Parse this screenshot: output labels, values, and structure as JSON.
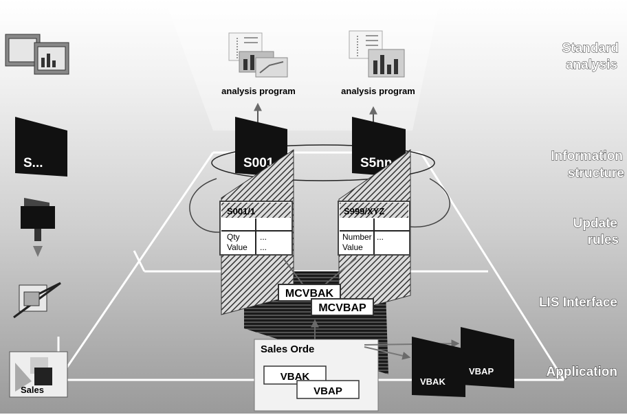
{
  "layers": {
    "standard_line1": "Standard",
    "standard_line2": "analysis",
    "info_line1": "Information",
    "info_line2": "structure",
    "update_line1": "Update",
    "update_line2": "rules",
    "lis": "LIS Interface",
    "application": "Application"
  },
  "analysis": {
    "left_label": "analysis program",
    "right_label": "analysis program"
  },
  "info_structures": {
    "left_icon_label": "S...",
    "s001": "S001",
    "s5nn": "S5nn"
  },
  "update_rules": {
    "left_title": "S001/1",
    "left_rows": [
      "Qty",
      "Value"
    ],
    "left_values": [
      "...",
      "..."
    ],
    "right_title": "S999/XYZ",
    "right_rows": [
      "Number",
      "Value"
    ],
    "right_values": [
      "...",
      ""
    ]
  },
  "lis_interface": {
    "mcvbak": "MCVBAK",
    "mcvbap": "MCVBAP"
  },
  "application": {
    "sales_order_label": "Sales Orde",
    "vbak": "VBAK",
    "vbap": "VBAP",
    "table_vbak": "VBAK",
    "table_vbap": "VBAP",
    "sales_icon_label": "Sales"
  }
}
